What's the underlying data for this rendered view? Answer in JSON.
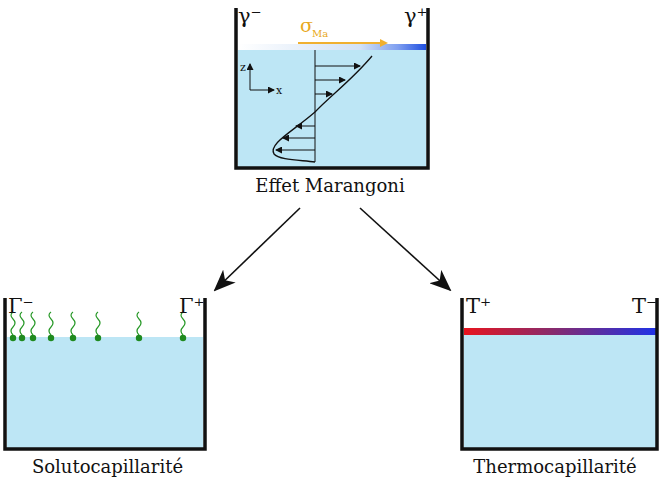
{
  "diagram": {
    "nodes": [
      {
        "text": [
          "Effet Marangoni"
        ]
      },
      {
        "text": [
          "Solutocapillarité"
        ]
      },
      {
        "text": [
          "Thermocapillarité"
        ]
      }
    ],
    "edges": [
      {
        "from": 0,
        "to": 1,
        "arrow": "to"
      },
      {
        "from": 0,
        "to": 2,
        "arrow": "to"
      }
    ],
    "labels": [
      "γ⁻",
      "σ",
      "Ma",
      "γ⁺",
      "z",
      "x",
      "Γ⁻",
      "Γ⁺",
      "T⁺",
      "T⁻"
    ]
  }
}
